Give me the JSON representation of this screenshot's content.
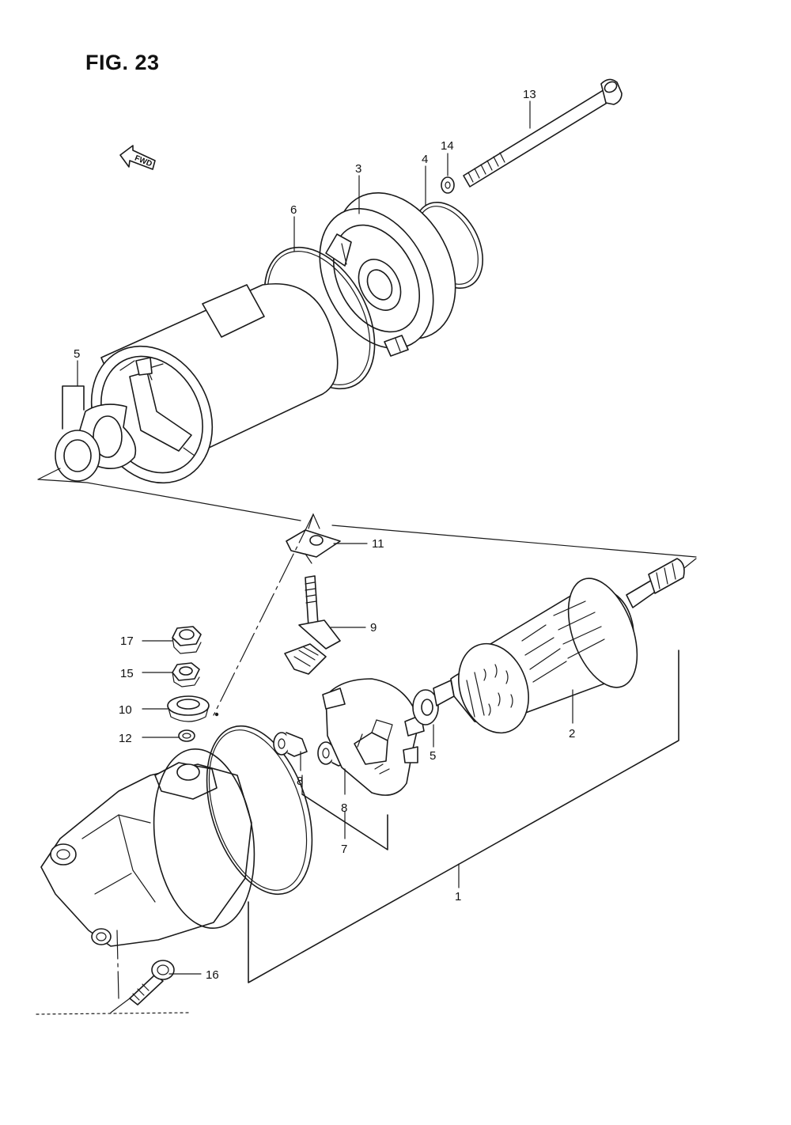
{
  "figure": {
    "title": "FIG. 23"
  },
  "direction_badge": {
    "label": "FWD",
    "icon": "arrow-left-icon"
  },
  "callouts": [
    {
      "id": "c13",
      "text": "13"
    },
    {
      "id": "c14",
      "text": "14"
    },
    {
      "id": "c3",
      "text": "3"
    },
    {
      "id": "c4",
      "text": "4"
    },
    {
      "id": "c6",
      "text": "6"
    },
    {
      "id": "c5a",
      "text": "5"
    },
    {
      "id": "c11",
      "text": "11"
    },
    {
      "id": "c9",
      "text": "9"
    },
    {
      "id": "c17",
      "text": "17"
    },
    {
      "id": "c15",
      "text": "15"
    },
    {
      "id": "c10",
      "text": "10"
    },
    {
      "id": "c12",
      "text": "12"
    },
    {
      "id": "c2",
      "text": "2"
    },
    {
      "id": "c5b",
      "text": "5"
    },
    {
      "id": "c8a",
      "text": "8"
    },
    {
      "id": "c8b",
      "text": "8"
    },
    {
      "id": "c7",
      "text": "7"
    },
    {
      "id": "c1",
      "text": "1"
    },
    {
      "id": "c16",
      "text": "16"
    }
  ],
  "colors": {
    "ink": "#1a1a1a",
    "paper": "#ffffff"
  }
}
